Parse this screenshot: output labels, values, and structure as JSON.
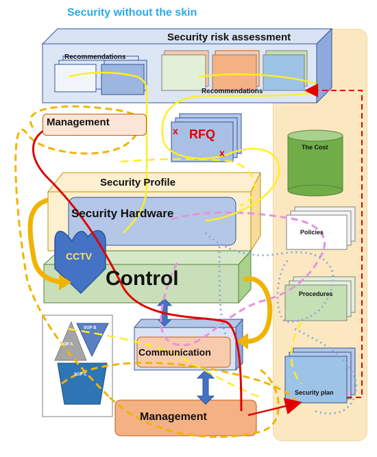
{
  "title": "Security without the skin",
  "boxes": {
    "risk_assessment": "Security risk assessment",
    "recommendations_left": "Recommendations",
    "recommendations_right": "Recommendations",
    "management_top": "Management",
    "rfq": "RFQ",
    "security_profile": "Security Profile",
    "security_hardware": "Security Hardware",
    "cctv": "CCTV",
    "control": "Control",
    "communication": "Communication",
    "management_bottom": "Management",
    "sop_a": "SOP B",
    "sop_b": "SOP A",
    "sop_c": "SOP C"
  },
  "side_panel": {
    "cost": "The Cost",
    "policies": "Policies",
    "procedures": "Procedures",
    "security_plan": "Security plan"
  },
  "colors": {
    "title": "#2aa9e8",
    "side_panel": "#fbe8c0",
    "blue_box": "#b4c7e7",
    "green_box": "#c9dfb9",
    "orange_box": "#f4b183",
    "cream_box": "#fdf0d0",
    "yellow_line": "#ffee22",
    "orange_dash": "#f0b400",
    "red_line": "#e00000",
    "pink_dash": "#e890e0",
    "blue_dots": "#8aa8d8"
  }
}
